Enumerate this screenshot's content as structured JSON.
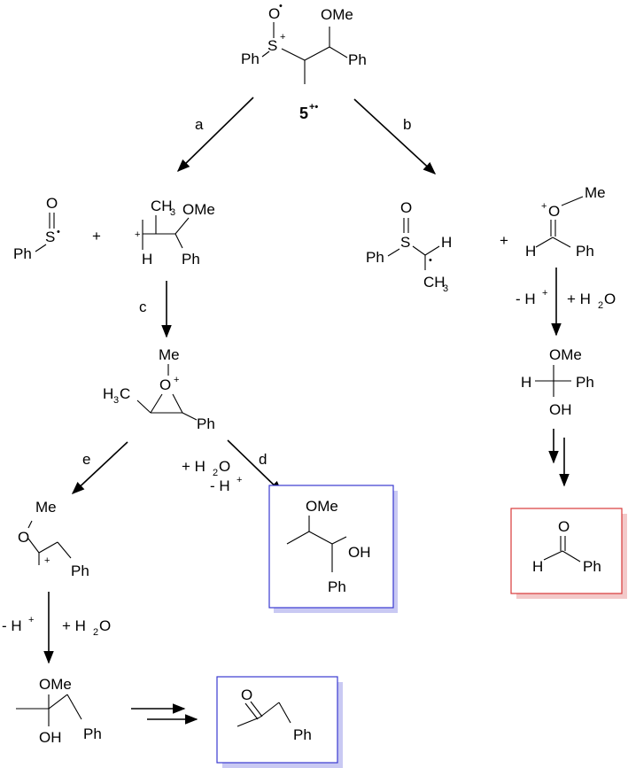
{
  "colors": {
    "box_blue": "#3a3ad0",
    "box_red": "#d83a3a",
    "text": "#000000"
  },
  "atoms": {
    "O": "O",
    "OMe": "OMe",
    "Ph": "Ph",
    "S": "S",
    "H": "H",
    "Me": "Me",
    "OH": "OH",
    "CH": "CH",
    "H3C": "H",
    "three": "3",
    "plus": "+",
    "dot": "•",
    "plus_dot": "+•"
  },
  "labels": {
    "compound": "5",
    "a": "a",
    "b": "b",
    "c": "c",
    "d": "d",
    "e": "e",
    "plus": "+",
    "water_add": "+ H",
    "water_sub": "2",
    "water_O": "O",
    "minus_h": "- H",
    "plus_sup": "+"
  }
}
